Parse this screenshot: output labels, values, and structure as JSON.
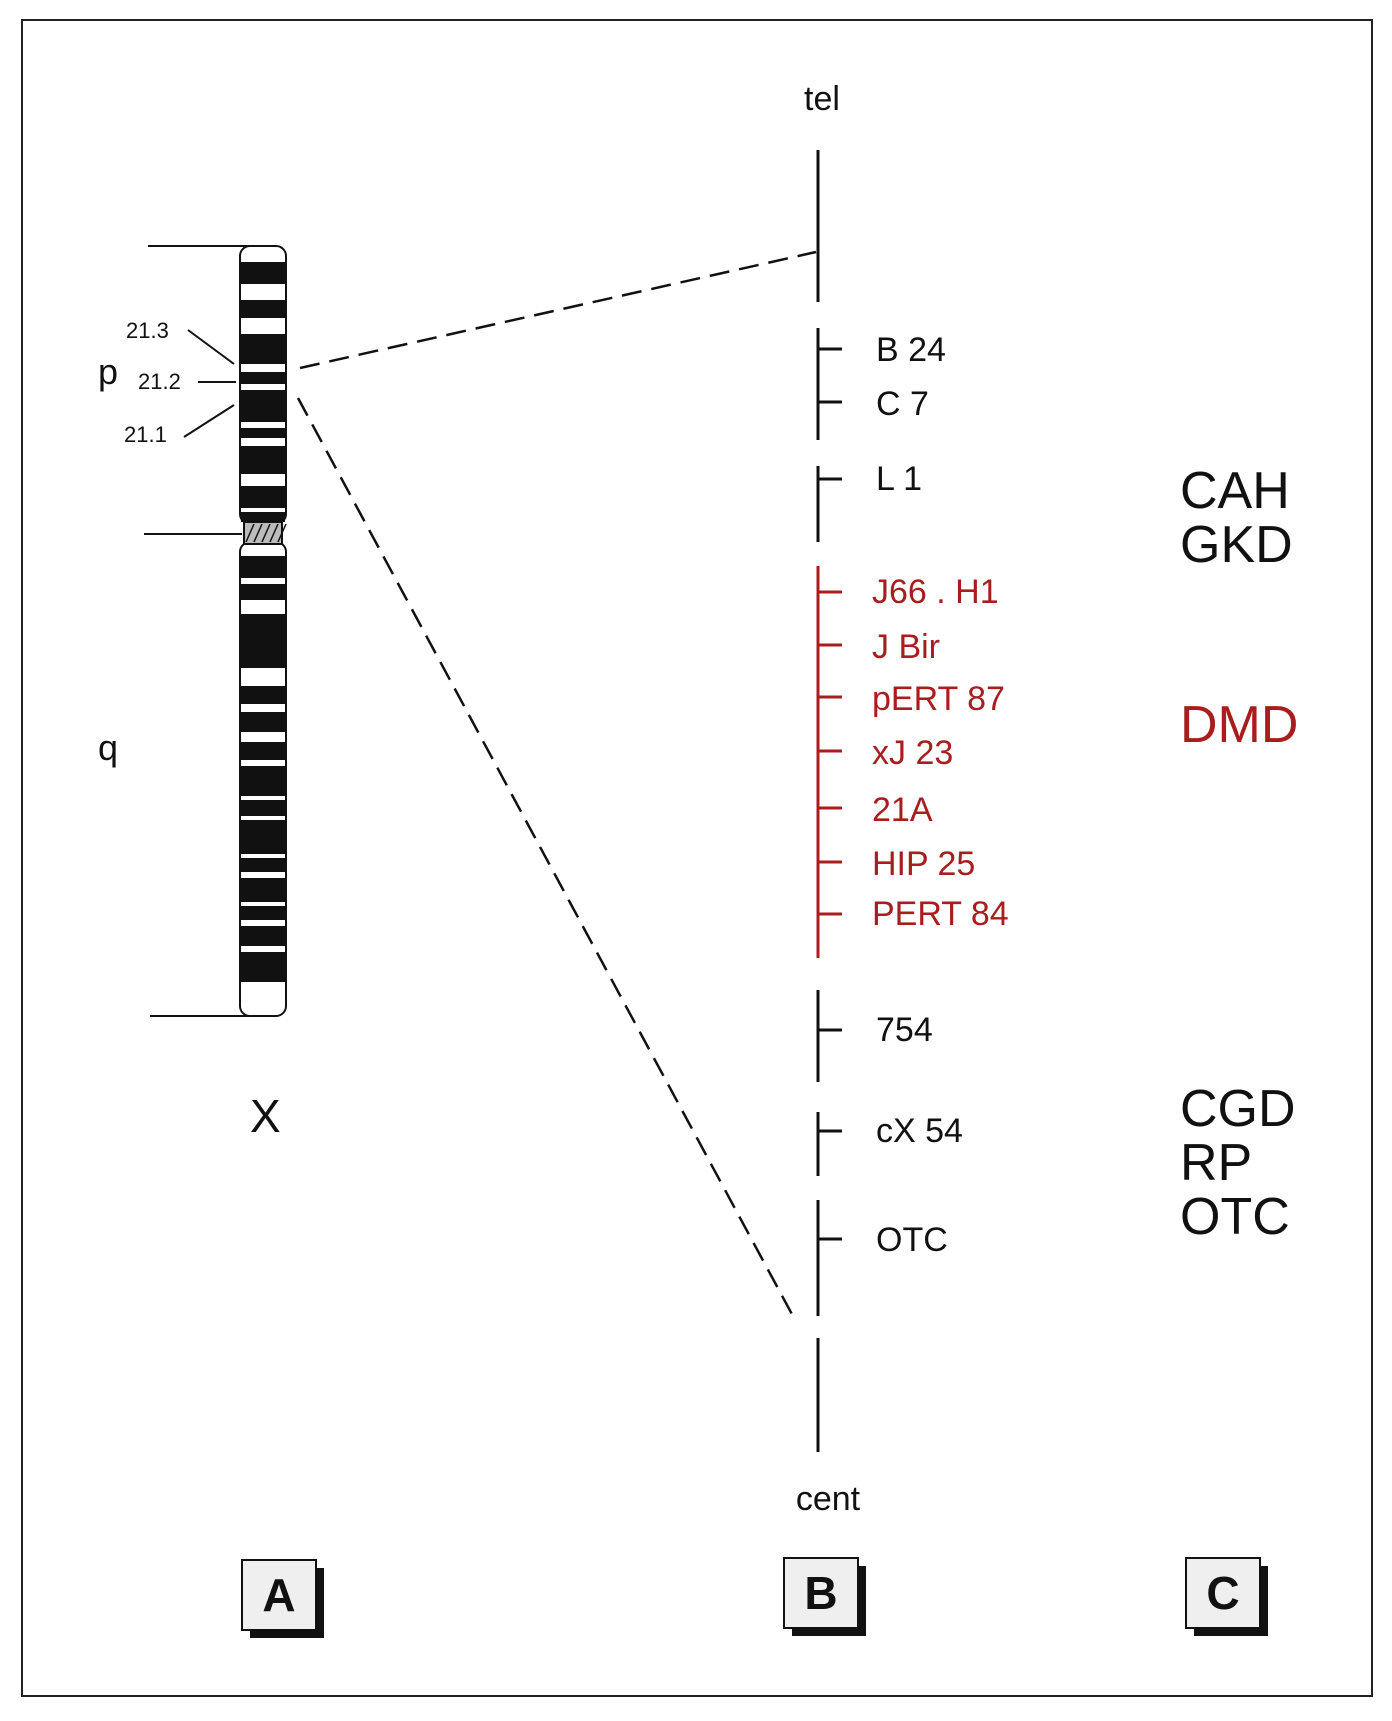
{
  "colors": {
    "ink": "#111111",
    "dmd_red": "#a81e1e",
    "paper": "#ffffff"
  },
  "panel_a": {
    "arm_p": "p",
    "arm_q": "q",
    "band_21_3": "21.3",
    "band_21_2": "21.2",
    "band_21_1": "21.1",
    "chromosome_label": "X"
  },
  "panel_b": {
    "tel_label": "tel",
    "cent_label": "cent",
    "markers": {
      "b24": "B 24",
      "c7": "C 7",
      "l1": "L 1",
      "j66h1": "J66 . H1",
      "jbir": "J Bir",
      "pert87": "pERT 87",
      "xj23": "xJ 23",
      "m21a": "21A",
      "hip25": "HIP 25",
      "pert84": "PERT 84",
      "m754": "754",
      "cx54": "cX 54",
      "otc": "OTC"
    }
  },
  "panel_c": {
    "cah": "CAH",
    "gkd": "GKD",
    "dmd": "DMD",
    "cgd": "CGD",
    "rp": "RP",
    "otc": "OTC"
  },
  "panel_labels": {
    "a": "A",
    "b": "B",
    "c": "C"
  }
}
